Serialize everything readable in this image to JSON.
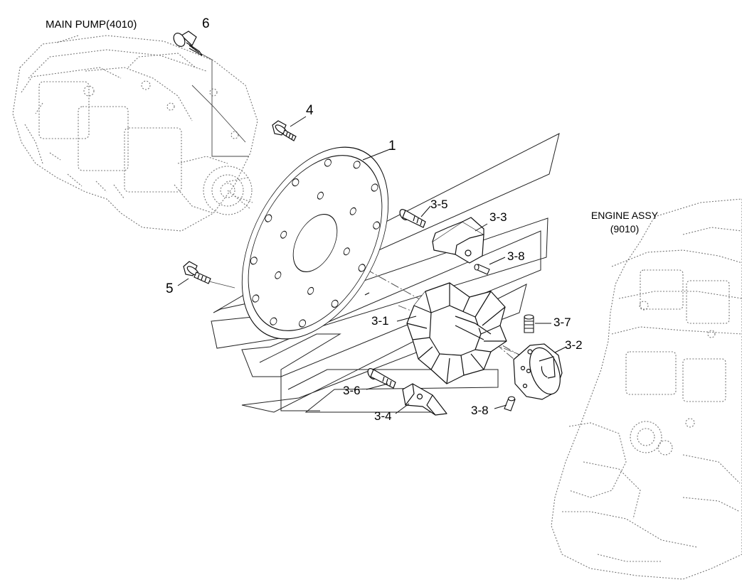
{
  "assemblies": {
    "main_pump": "MAIN PUMP(4010)",
    "engine_line1": "ENGINE ASSY",
    "engine_line2": "(9010)"
  },
  "callouts": {
    "c1": "1",
    "c4": "4",
    "c5": "5",
    "c6": "6",
    "c3_1": "3-1",
    "c3_2": "3-2",
    "c3_3": "3-3",
    "c3_4": "3-4",
    "c3_5": "3-5",
    "c3_6": "3-6",
    "c3_7": "3-7",
    "c3_8a": "3-8",
    "c3_8b": "3-8"
  }
}
